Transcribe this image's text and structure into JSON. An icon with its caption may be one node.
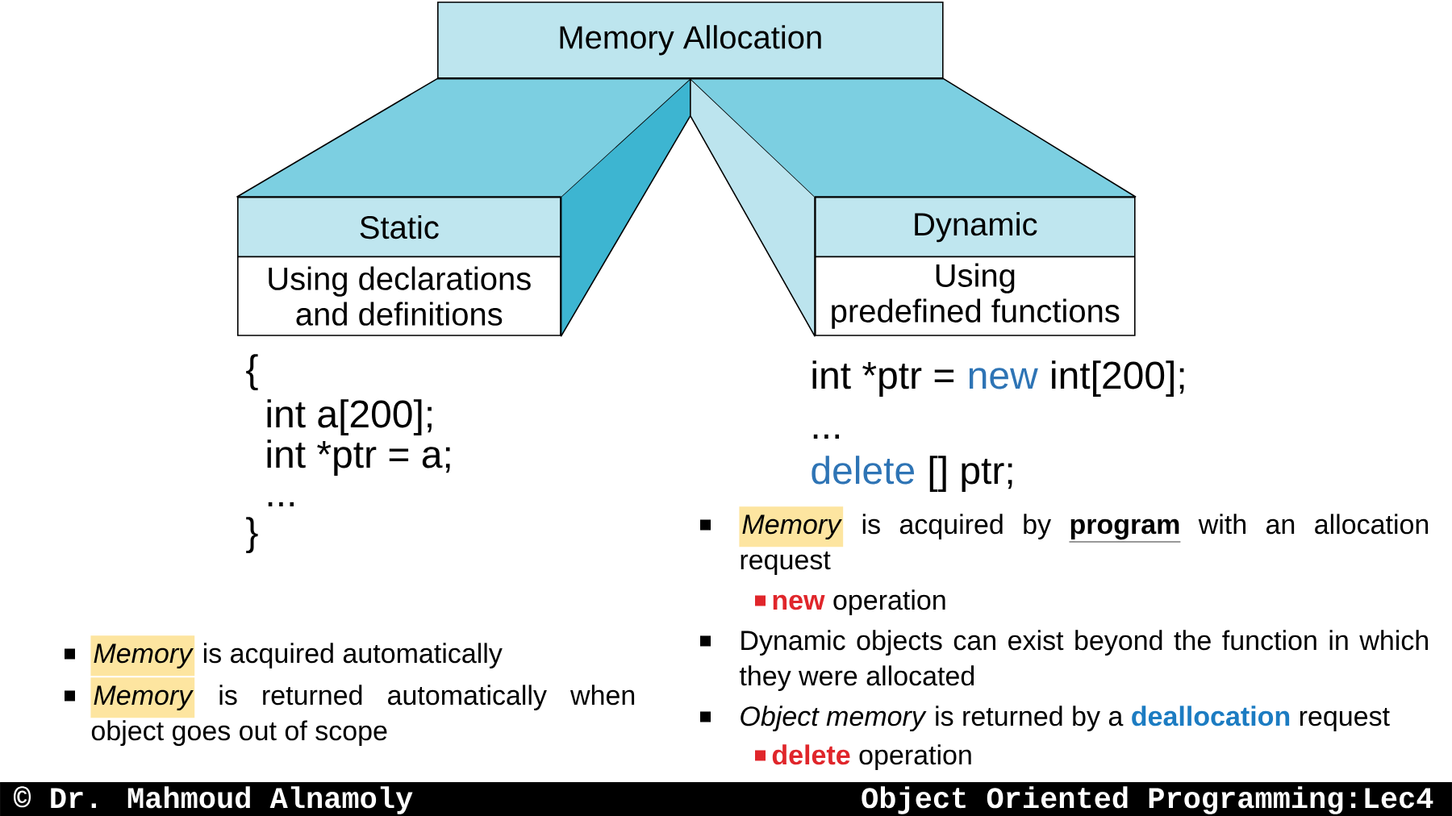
{
  "diagram": {
    "nodes": [
      {
        "text": [
          "Memory Allocation"
        ]
      },
      {
        "text": [
          "Static",
          "Using declarations and definitions"
        ]
      },
      {
        "text": [
          "Dynamic",
          "Using predefined functions"
        ]
      }
    ],
    "edges": [
      {
        "from": 0,
        "to": 1,
        "arrow": "none"
      },
      {
        "from": 0,
        "to": 2,
        "arrow": "none"
      }
    ],
    "labels": [
      "{",
      "int a[200];",
      "int *ptr = a;",
      "...",
      "}",
      "int *ptr =",
      "new",
      "int[200];",
      "...",
      "delete",
      "[] ptr;",
      "*Memory* is acquired by **program** with an allocation request",
      "**new** operation",
      "Dynamic objects can exist beyond the function in which they were allocated",
      "*Object memory* is returned by a **deallocation** request",
      "**delete** operation",
      "*Memory* is acquired automatically",
      "*Memory* is returned automatically when object goes out of scope",
      "© Dr. Mahmoud Alnamoly",
      "Object Oriented Programming:Lec4"
    ]
  }
}
